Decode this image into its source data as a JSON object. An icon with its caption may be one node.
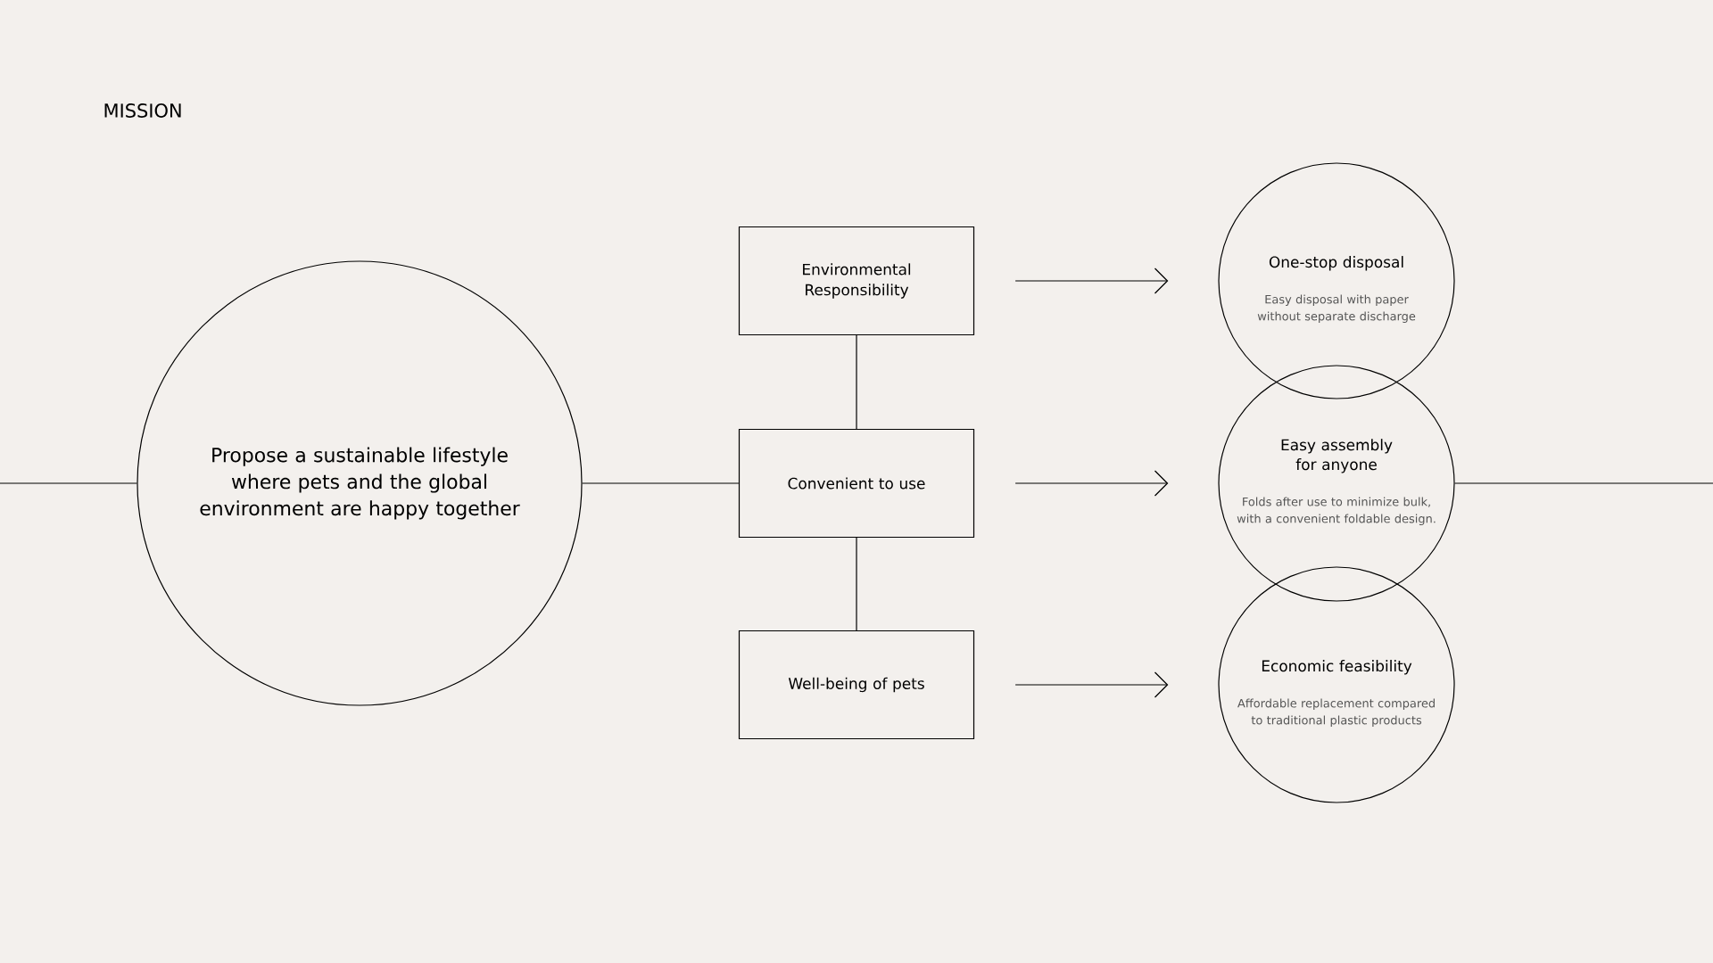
{
  "diagram": {
    "title": "MISSION",
    "nodes": [
      {
        "text": [
          "Propose a sustainable lifestyle where pets and the global environment are happy together"
        ]
      },
      {
        "text": [
          "Environmental Responsibility"
        ]
      },
      {
        "text": [
          "Convenient to use"
        ]
      },
      {
        "text": [
          "Well-being of pets"
        ]
      },
      {
        "text": [
          "One-stop disposal",
          "Easy disposal with paper without separate discharge"
        ]
      },
      {
        "text": [
          "Easy assembly for anyone",
          "Folds after use to minimize bulk, with a convenient foldable design."
        ]
      },
      {
        "text": [
          "Economic feasibility",
          "Affordable replacement compared to traditional plastic products"
        ]
      }
    ],
    "edges": [
      {
        "from": null,
        "to": 0,
        "arrow": "none"
      },
      {
        "from": 0,
        "to": 2,
        "arrow": "none"
      },
      {
        "from": 1,
        "to": 2,
        "arrow": "none"
      },
      {
        "from": 2,
        "to": 3,
        "arrow": "none"
      },
      {
        "from": 1,
        "to": 4,
        "arrow": "to"
      },
      {
        "from": 2,
        "to": 5,
        "arrow": "to"
      },
      {
        "from": 3,
        "to": 6,
        "arrow": "to"
      },
      {
        "from": 5,
        "to": null,
        "arrow": "none"
      }
    ]
  }
}
